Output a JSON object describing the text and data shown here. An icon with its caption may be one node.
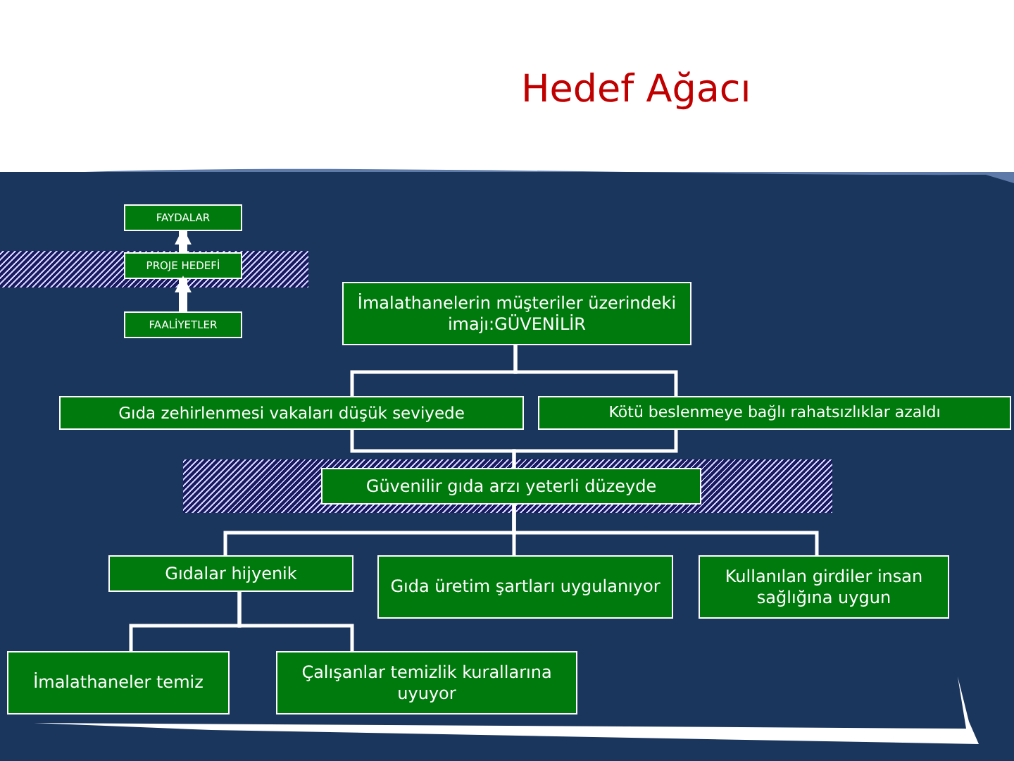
{
  "diagram": {
    "title": "Hedef Ağacı",
    "nodes": [
      {
        "text": [
          "FAYDALAR"
        ]
      },
      {
        "text": [],
        "shape": "band"
      },
      {
        "text": [
          "PROJE HEDEFİ"
        ],
        "in": 1
      },
      {
        "text": [
          "FAALİYETLER"
        ]
      },
      {
        "text": [
          "İmalathanelerin müşteriler üzerindeki imajı:GÜVENİLİR"
        ]
      },
      {
        "text": [
          "Gıda zehirlenmesi vakaları düşük seviyede"
        ]
      },
      {
        "text": [
          "Kötü beslenmeye bağlı rahatsızlıklar azaldı"
        ]
      },
      {
        "text": [],
        "shape": "band"
      },
      {
        "text": [
          "Güvenilir gıda arzı yeterli düzeyde"
        ],
        "in": 7
      },
      {
        "text": [
          "Gıdalar hijyenik"
        ]
      },
      {
        "text": [
          "Gıda üretim şartları uygulanıyor"
        ]
      },
      {
        "text": [
          "Kullanılan girdiler insan sağlığına uygun"
        ]
      },
      {
        "text": [
          "İmalathaneler temiz"
        ]
      },
      {
        "text": [
          "Çalışanlar temizlik kurallarına uyuyor"
        ]
      }
    ],
    "edges": [
      {
        "from": 2,
        "to": 0,
        "arrow": "to",
        "style": "thick"
      },
      {
        "from": 3,
        "to": 2,
        "arrow": "to",
        "style": "thick"
      },
      {
        "from": 4,
        "to": 5,
        "arrow": "none"
      },
      {
        "from": 4,
        "to": 6,
        "arrow": "none"
      },
      {
        "from": 5,
        "to": 8,
        "arrow": "none"
      },
      {
        "from": 6,
        "to": 8,
        "arrow": "none"
      },
      {
        "from": 8,
        "to": 9,
        "arrow": "none"
      },
      {
        "from": 8,
        "to": 10,
        "arrow": "none"
      },
      {
        "from": 8,
        "to": 11,
        "arrow": "none"
      },
      {
        "from": 9,
        "to": 12,
        "arrow": "none"
      },
      {
        "from": 9,
        "to": 13,
        "arrow": "none"
      }
    ]
  }
}
